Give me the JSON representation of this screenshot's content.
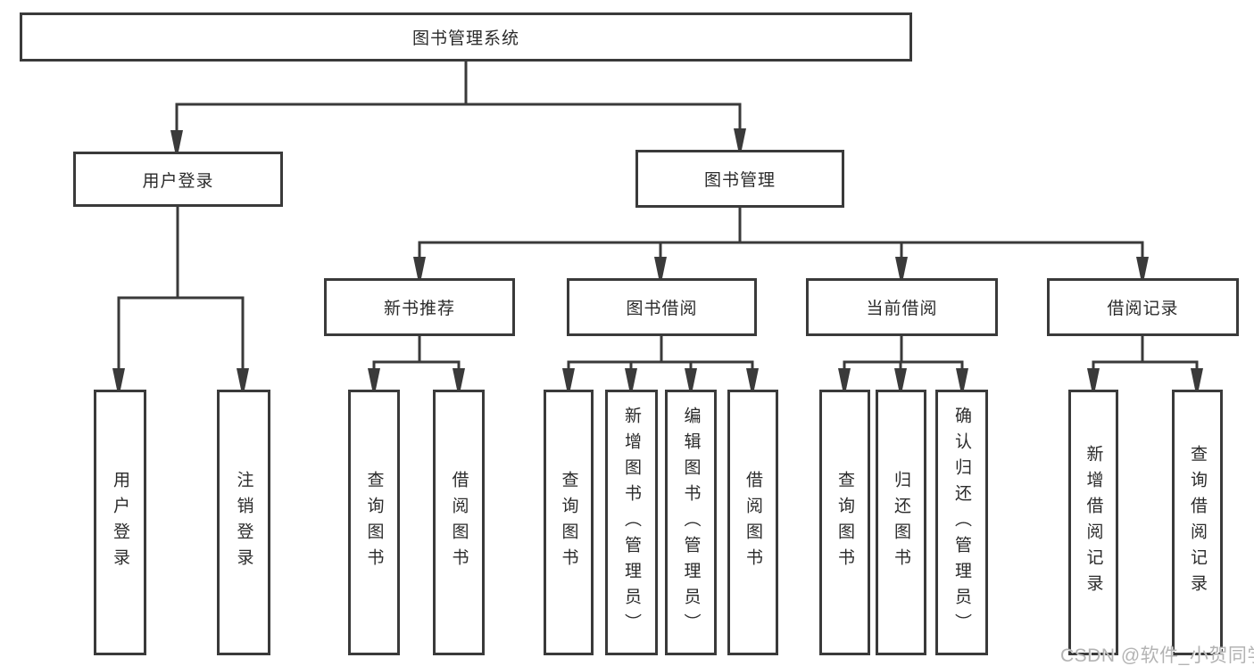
{
  "diagram": {
    "title": "图书管理系统",
    "level2": {
      "user_login": "用户登录",
      "book_mgmt": "图书管理"
    },
    "level3": {
      "new_books": "新书推荐",
      "borrow": "图书借阅",
      "current": "当前借阅",
      "records": "借阅记录"
    },
    "leaves": {
      "user": [
        "用户登录",
        "注销登录"
      ],
      "new_books": [
        "查询图书",
        "借阅图书"
      ],
      "borrow": [
        "查询图书",
        "新增图书（管理员）",
        "编辑图书（管理员）",
        "借阅图书"
      ],
      "current": [
        "查询图书",
        "归还图书",
        "确认归还（管理员）"
      ],
      "records": [
        "新增借阅记录",
        "查询借阅记录"
      ]
    },
    "watermark": "CSDN @软件_小贺同学",
    "colors": {
      "line": "#3a3a3a",
      "text": "#2b2b2b",
      "box_fill": "#ffffff",
      "watermark": "#b3b3b3"
    }
  }
}
